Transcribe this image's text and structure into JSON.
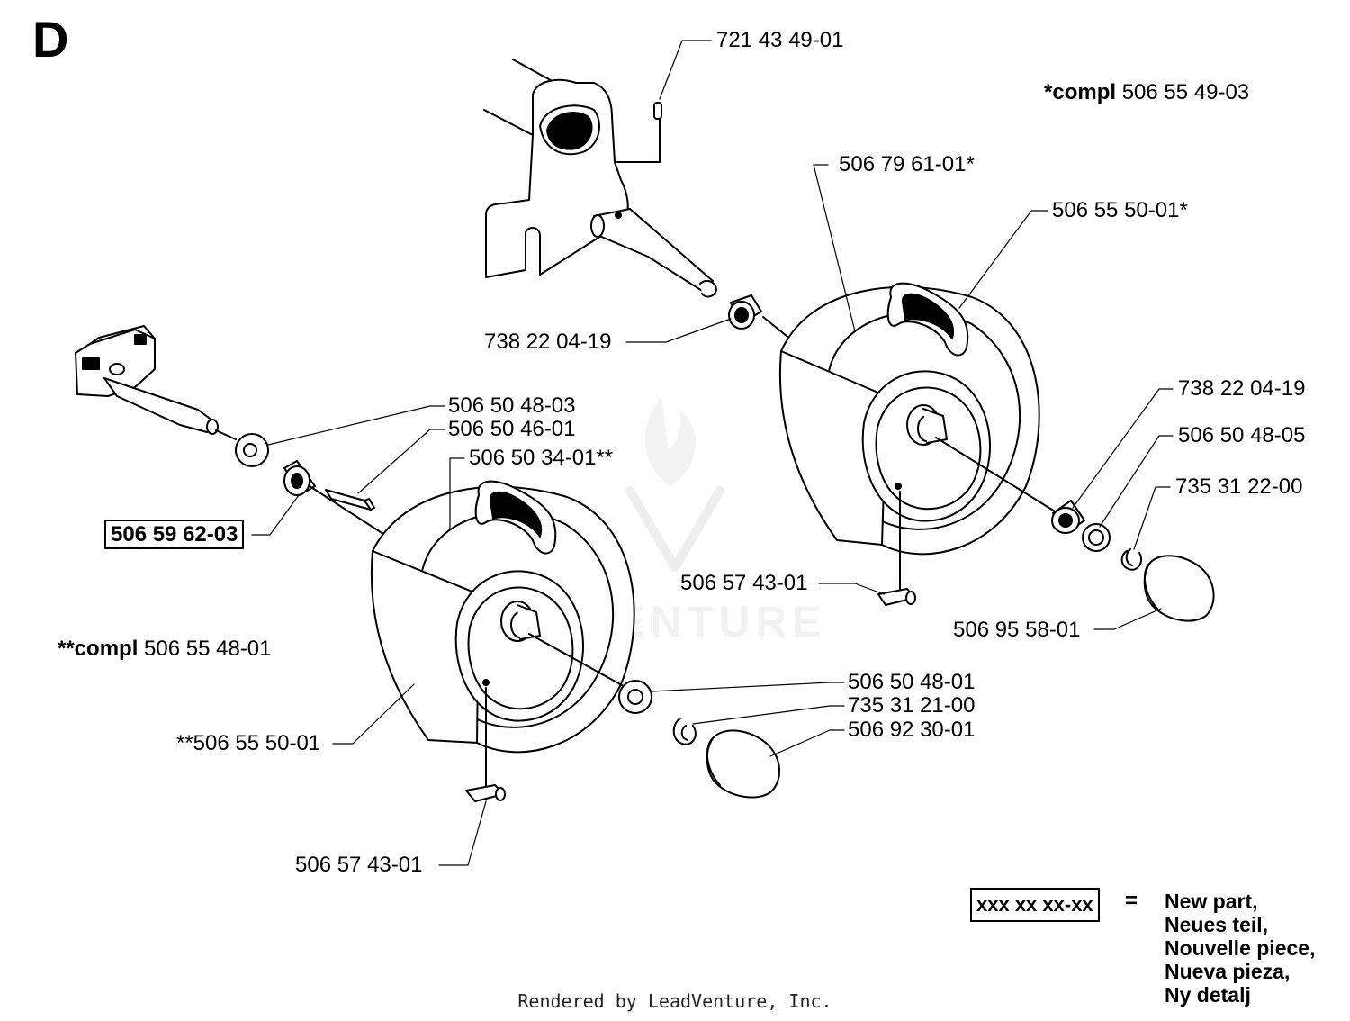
{
  "section_letter": "D",
  "compl_top": {
    "prefix": "*compl",
    "part": "506 55 49-03"
  },
  "compl_left": {
    "prefix": "**compl",
    "part": "506 55 48-01"
  },
  "labels": {
    "pin_top": "721 43 49-01",
    "rim_top": "506 79 61-01*",
    "tire_top": "506 55 50-01*",
    "bearing_axle": "738 22 04-19",
    "bearing_right": "738 22 04-19",
    "washer_right": "506 50 48-05",
    "clip_right": "735 31 22-00",
    "cap_right": "506 95 58-01",
    "valve_right": "506 57 43-01",
    "washer_left_top": "506 50 48-03",
    "key_left": "506 50 46-01",
    "rim_left": "506 50 34-01**",
    "new_part_bushing": "506 59 62-03",
    "washer_left_out": "506 50 48-01",
    "clip_left": "735 31 21-00",
    "cap_left": "506 92 30-01",
    "tire_left": "**506 55 50-01",
    "valve_left": "506 57 43-01"
  },
  "legend": {
    "box": "xxx xx xx-xx",
    "equals": "=",
    "lines": [
      "New part,",
      "Neues teil,",
      "Nouvelle piece,",
      "Nueva pieza,",
      "Ny detalj"
    ]
  },
  "watermark": "LEADVENTURE",
  "footer": "Rendered by LeadVenture, Inc."
}
